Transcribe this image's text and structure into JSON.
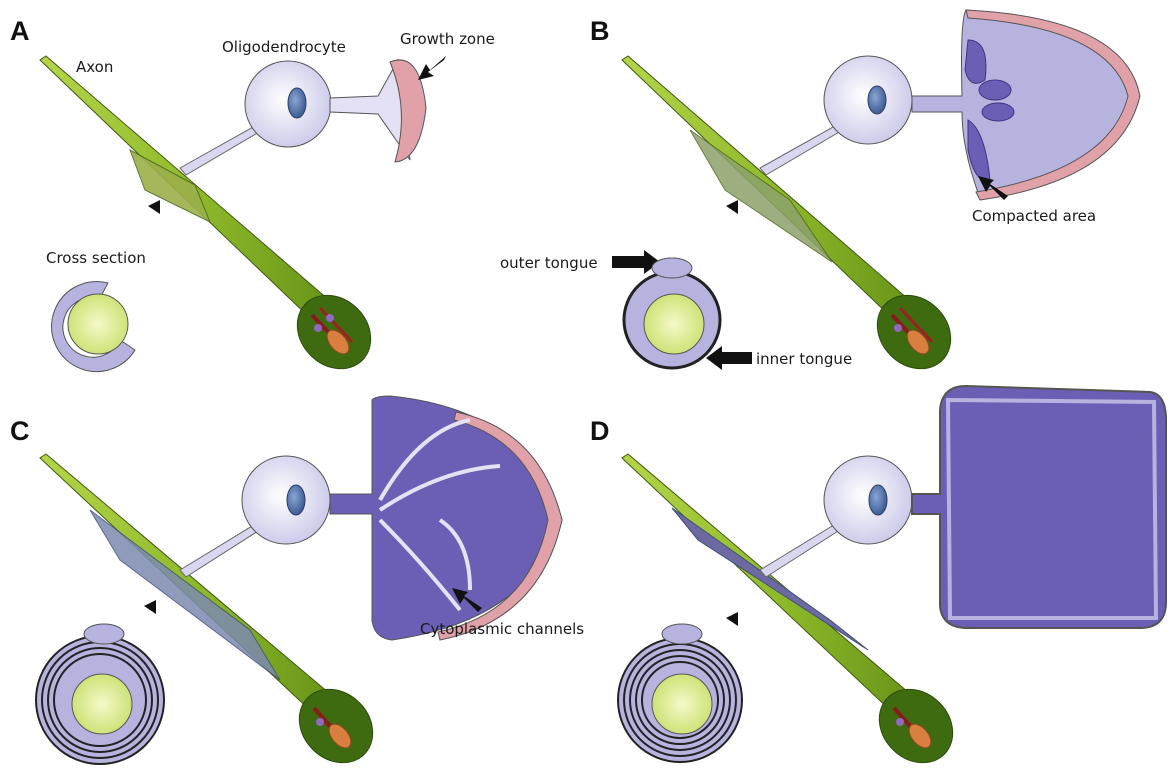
{
  "panels": [
    {
      "id": "A",
      "label": "A"
    },
    {
      "id": "B",
      "label": "B"
    },
    {
      "id": "C",
      "label": "C"
    },
    {
      "id": "D",
      "label": "D"
    }
  ],
  "labels": {
    "axon": "Axon",
    "oligodendrocyte": "Oligodendrocyte",
    "growth_zone": "Growth zone",
    "cross_section": "Cross section",
    "compacted_area": "Compacted area",
    "outer_tongue": "outer tongue",
    "inner_tongue": "inner tongue",
    "cytoplasmic_channels": "Cytoplasmic channels"
  },
  "colors": {
    "axon_green": "#8db82a",
    "axon_light": "#c8e070",
    "cell_body": "#e6e6f5",
    "nucleus": "#5f7fb5",
    "myelin_light": "#b7b3df",
    "myelin_dark": "#6a5fb5",
    "growth_zone_pink": "#e0a2a8",
    "sheath_grey": "#7f82a8"
  }
}
